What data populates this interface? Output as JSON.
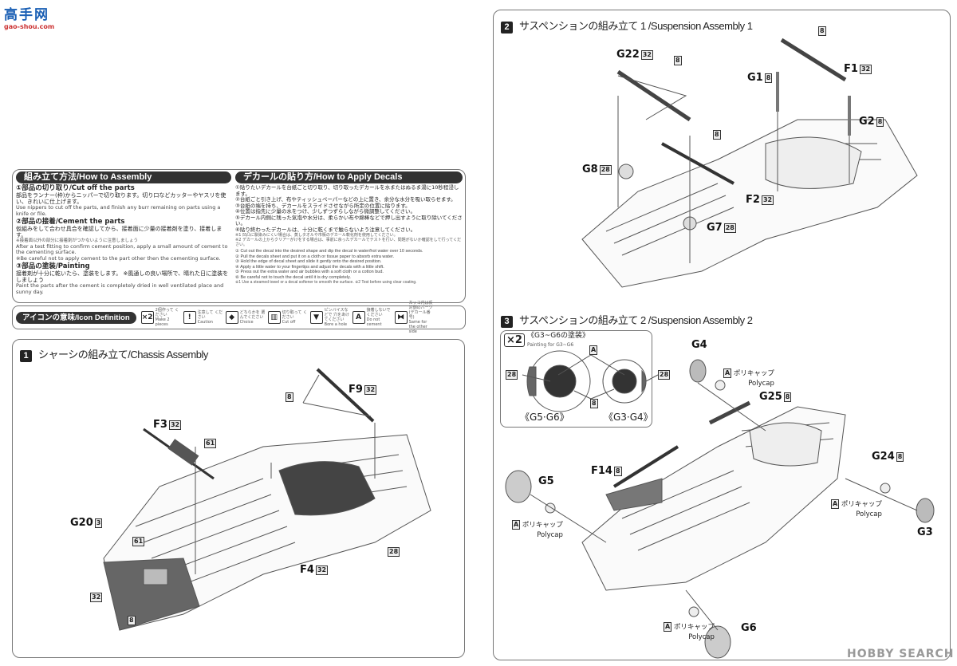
{
  "logo": {
    "text": "高手网",
    "url_text": "gao-shou.com"
  },
  "watermark": "HOBBY SEARCH",
  "how_to": {
    "title": "組み立て方法/How to Assembly",
    "sections": [
      {
        "heading": "①部品の切り取り/Cut off the parts",
        "jp": "部品をランナー(枠)からニッパーで切り取ります。切り口などカッターやヤスリを使い、きれいに仕上げます。",
        "en": "Use nippers to cut off the parts, and finish any burr remaining on parts using a knife or file.",
        "note": ""
      },
      {
        "heading": "②部品の接着/Cement the parts",
        "jp": "仮組みをして合わせ具合を確認してから、接着面に少量の接着剤を塗り、接着します。",
        "note_jp": "※接着面以外の部分に接着剤がつかないように注意しましょう",
        "en": "After a test fitting to confirm cement position, apply a small amount of cement to the cementing surface.",
        "note": "※Be careful not to apply cement to the part other then the cementing surface."
      },
      {
        "heading": "③部品の塗装/Painting",
        "jp": "接着剤が十分に乾いたら、塗装をします。 ※風通しの良い場所で、晴れた日に塗装をしましょう",
        "en": "Paint the parts after the cement is completely dried in well ventilated place and sunny day.",
        "note": ""
      }
    ]
  },
  "decals": {
    "title": "デカールの貼り方/How to Apply Decals",
    "jp": [
      "①貼りたいデカールを台紙ごと切り取り、切り取ったデカールを水またはぬるま湯に10秒程浸します。",
      "②台紙ごと引き上げ、布やティッシュペーパーなどの上に置き、余分な水分を吸い取らせます。",
      "③台紙の端を持ち、デカールをスライドさせながら所定の位置に貼ります。",
      "④位置は指先に少量の水をつけ、少しずつずらしながら微調整してください。",
      "⑤デカール内側に残った気泡や水分は、柔らかい布や綿棒などで押し出すように取り除いてください。",
      "⑥貼り終わったデカールは、十分に乾くまで触らないよう注意してください。"
    ],
    "jp_notes": [
      "※1 凹凸に馴染みにくい場合は、蒸しタオルや市販のデカール軟化剤を使用してください。",
      "※2 デカールの上からクリアーがけをする場合は、事前に余ったデカールでテストを行い、問題がないか確認をして行ってください。"
    ],
    "en": [
      "① Cut out the decal into the desired shape and dip the decal in water/hot water over 10 seconds.",
      "② Pull the decals sheet and put it on a cloth or tissue paper to absorb  extra water.",
      "③ Hold the edge of decal sheet and slide it gently onto the desired position.",
      "④ Apply a little water to your fingertips and adjust the decals with a little shift.",
      "⑤ Press out the extra water and air bubbles with a soft cloth or a cotton bud.",
      "⑥ Be careful not to touch the decal until it is dry completely."
    ],
    "en_note": "※1 Use a steamed towel or a decal softener to smooth the surface.   ※2 Test before using clear coating."
  },
  "icon_definition": {
    "title": "アイコンの意味/Icon Definition",
    "items": [
      {
        "icon": "x2",
        "glyph": "×2",
        "jp": "2個作って ください",
        "en": "Make 2 pieces"
      },
      {
        "icon": "caution-icon",
        "glyph": "!",
        "jp": "注意して ください",
        "en": "Caution"
      },
      {
        "icon": "choice-icon",
        "glyph": "◆",
        "jp": "どちらかを 選んでください",
        "en": "Choice"
      },
      {
        "icon": "cut-off-icon",
        "glyph": "▥",
        "jp": "切り取って ください",
        "en": "Cut off"
      },
      {
        "icon": "bore-hole-icon",
        "glyph": "▼",
        "jp": "ピンバイスなどで 穴をあけてください",
        "en": "Bore a hole"
      },
      {
        "icon": "do-not-cement-icon",
        "glyph": "A",
        "jp": "接着しないで ください",
        "en": "Do not cement"
      },
      {
        "icon": "same-other-side-icon",
        "glyph": "⧓",
        "jp": "カッコ内は反対側のパーツ (デカール番号)",
        "en": "Same for the other side"
      }
    ]
  },
  "step1": {
    "num": "1",
    "title": "シャーシの組み立て/Chassis Assembly",
    "labels": [
      {
        "part": "F9",
        "paint": "32"
      },
      {
        "part": "",
        "paint": "8"
      },
      {
        "part": "F3",
        "paint": "32"
      },
      {
        "part": "",
        "paint": "61"
      },
      {
        "part": "G20",
        "paint": "3"
      },
      {
        "part": "",
        "paint": "61"
      },
      {
        "part": "",
        "paint": "32"
      },
      {
        "part": "",
        "paint": "8"
      },
      {
        "part": "F4",
        "paint": "32"
      },
      {
        "part": "",
        "paint": "28"
      }
    ]
  },
  "step2": {
    "num": "2",
    "title": "サスペンションの組み立て 1 /Suspension Assembly 1",
    "labels": [
      {
        "part": "G22",
        "paint": "32"
      },
      {
        "part": "",
        "paint": "8"
      },
      {
        "part": "",
        "paint": "8"
      },
      {
        "part": "F1",
        "paint": "32"
      },
      {
        "part": "G1",
        "paint": "8"
      },
      {
        "part": "G2",
        "paint": "8"
      },
      {
        "part": "G8",
        "paint": "28"
      },
      {
        "part": "F2",
        "paint": "32"
      },
      {
        "part": "G7",
        "paint": "28"
      },
      {
        "part": "",
        "paint": "8"
      }
    ]
  },
  "step3": {
    "num": "3",
    "title": "サスペンションの組み立て 2 /Suspension Assembly 2",
    "inset": {
      "multiplier": "×2",
      "title": "《G3~G6の塗装》",
      "subtitle": "Painting for G3~G6",
      "paint_a": "A",
      "paint_b": "8",
      "paint_left": "28",
      "paint_right": "28",
      "left_label": "《G5·G6》",
      "right_label": "《G3·G4》"
    },
    "labels": [
      {
        "part": "G4",
        "paint": ""
      },
      {
        "part": "G25",
        "paint": "8"
      },
      {
        "part": "G24",
        "paint": "8"
      },
      {
        "part": "G3",
        "paint": ""
      },
      {
        "part": "G5",
        "paint": ""
      },
      {
        "part": "F14",
        "paint": "8"
      },
      {
        "part": "G6",
        "paint": ""
      }
    ],
    "polycap": {
      "jp": "ポリキャップ",
      "en": "Polycap",
      "marker": "A"
    }
  }
}
